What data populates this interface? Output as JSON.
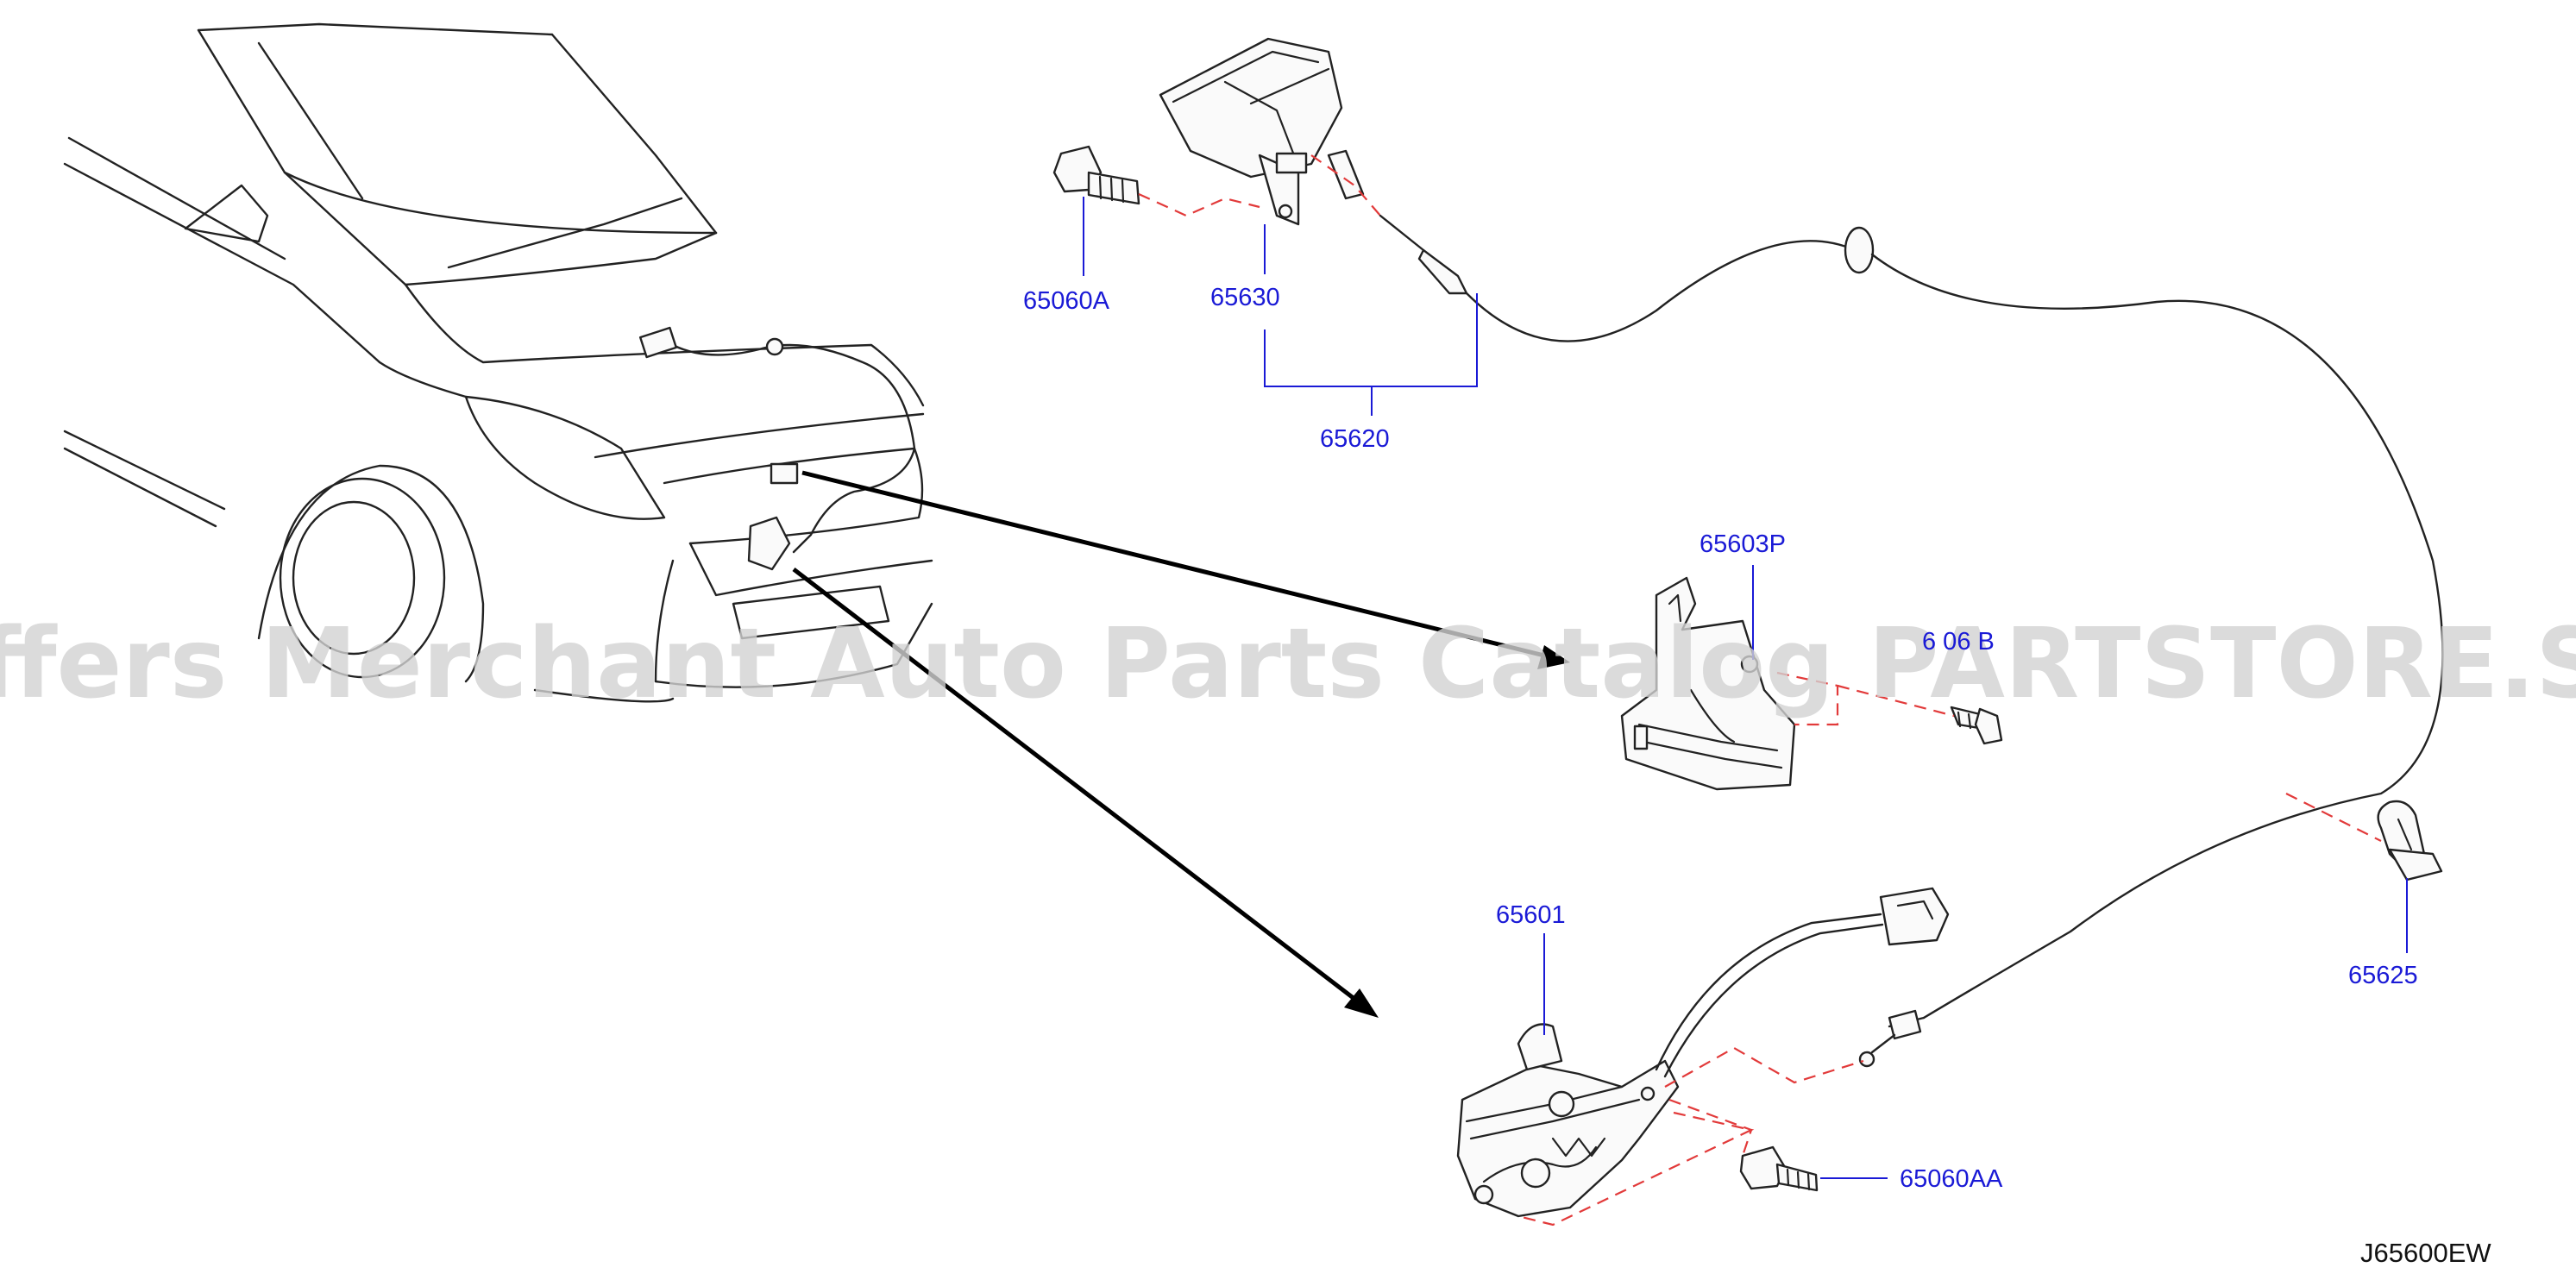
{
  "parts": [
    {
      "id": "bolt-a",
      "number": "65060A"
    },
    {
      "id": "handle",
      "number": "65630"
    },
    {
      "id": "cable-assembly",
      "number": "65620"
    },
    {
      "id": "bracket",
      "number": "65603P"
    },
    {
      "id": "bracket-bolt",
      "number": "6 06 B"
    },
    {
      "id": "clip",
      "number": "65625"
    },
    {
      "id": "lock",
      "number": "65601"
    },
    {
      "id": "bolt-aa",
      "number": "65060AA"
    }
  ],
  "diagram_code": "J65600EW",
  "watermark": "Offers Merchant Auto Parts Catalog PARTSTORE.SA",
  "colors": {
    "label": "#1a1ad6",
    "dashed_guide": "#e23a3a",
    "line": "#222222"
  }
}
